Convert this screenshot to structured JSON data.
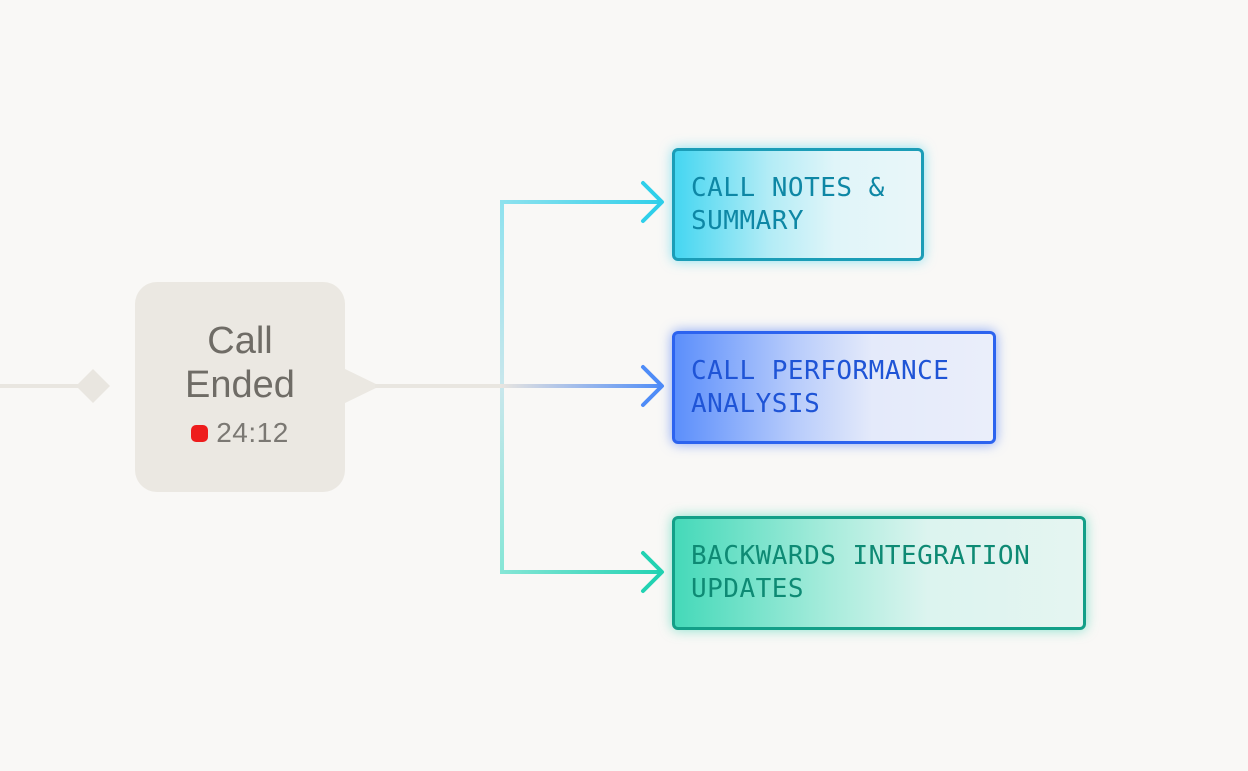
{
  "call_node": {
    "title_line1": "Call",
    "title_line2": "Ended",
    "timer": "24:12"
  },
  "outputs": [
    {
      "line1": "CALL NOTES &",
      "line2": "SUMMARY"
    },
    {
      "line1": "CALL PERFORMANCE",
      "line2": "ANALYSIS"
    },
    {
      "line1": "BACKWARDS INTEGRATION",
      "line2": "UPDATES"
    }
  ],
  "colors": {
    "background": "#f9f8f6",
    "node_fill": "#ebe8e2",
    "connector_gray": "#e9e6e0",
    "recording_dot": "#ee1c1c",
    "cyan": "#2ecfea",
    "blue": "#4f8cf7",
    "teal": "#22d2b2"
  }
}
